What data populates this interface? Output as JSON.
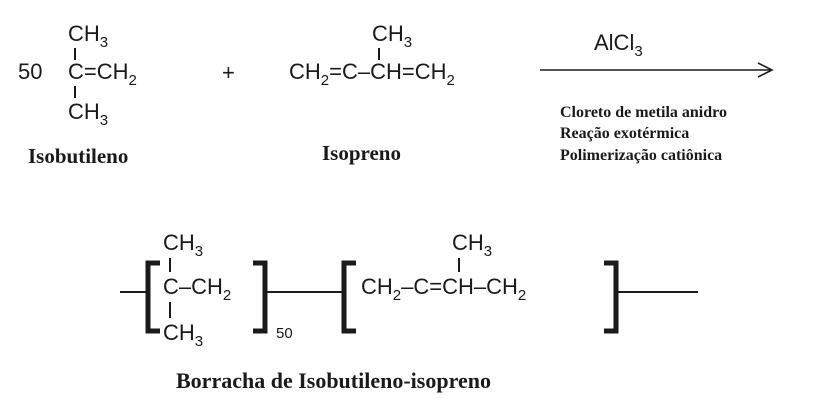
{
  "reaction": {
    "coefficient": "50",
    "plus": "+",
    "ch3": "CH",
    "sub3": "3",
    "ch2": "CH",
    "sub2": "2",
    "monomer1_mid_c": "C=CH",
    "monomer2_chain_a": "CH",
    "monomer2_chain_b": "=C–CH=CH",
    "catalyst_main": "AlCl",
    "catalyst_sub": "3"
  },
  "labels": {
    "monomer1_name": "Isobutileno",
    "monomer2_name": "Isopreno",
    "product_name": "Borracha de Isobutileno-isopreno"
  },
  "conditions": [
    "Cloreto de metila anidro",
    "Reação exotérmica",
    "Polimerização catiônica"
  ],
  "polymer": {
    "unit1_c": "C–CH",
    "unit1_repeat": "50",
    "unit2_a": "CH",
    "unit2_b": "–C=CH–CH"
  }
}
